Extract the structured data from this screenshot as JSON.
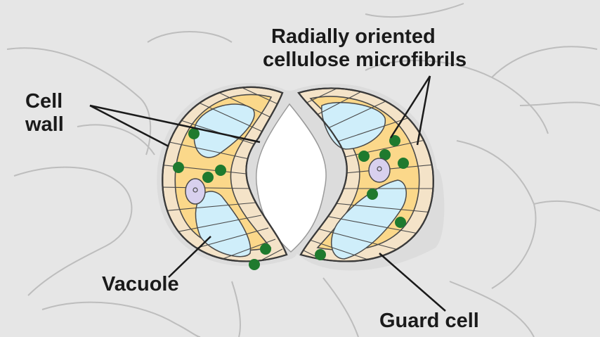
{
  "labels": {
    "radial_line1": "Radially oriented",
    "radial_line2": "cellulose microfibrils",
    "cell_wall_line1": "Cell",
    "cell_wall_line2": "wall",
    "vacuole": "Vacuole",
    "guard_cell": "Guard cell"
  },
  "colors": {
    "background": "#e4e4e4",
    "cell_outline": "#c4c4c4",
    "wall": "#f4e3c8",
    "cytoplasm": "#fbd88a",
    "vacuole": "#cfeefa",
    "chloroplast": "#1f7a2e",
    "nucleus": "#d8d0ee",
    "pore": "#ffffff",
    "ink": "#1a1a1a"
  }
}
